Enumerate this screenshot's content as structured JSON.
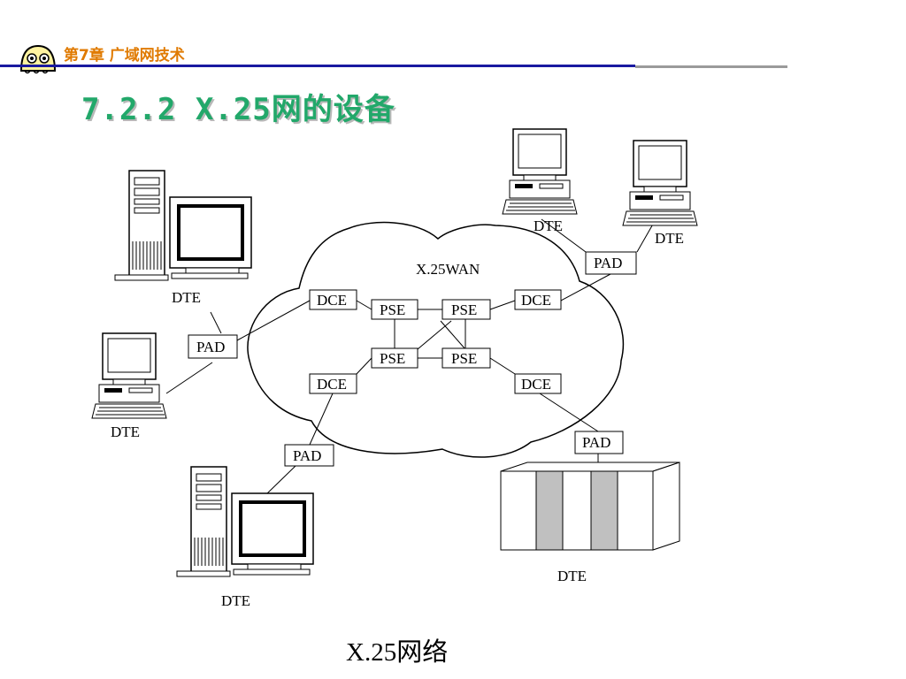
{
  "header": {
    "chapter_title": "第7章  广域网技术"
  },
  "slide": {
    "title": "7.2.2   X.25网的设备"
  },
  "diagram": {
    "wan_label": "X.25WAN",
    "dce_label": "DCE",
    "pse_label": "PSE",
    "pad_label": "PAD",
    "dte_label": "DTE"
  },
  "caption": "X.25网络",
  "colors": {
    "header": "#e07a00",
    "title": "#22a86a",
    "rule_blue": "#1a1aa0",
    "rule_gray": "#9a9a9a",
    "mainframe_panel": "#c0c0c0"
  }
}
